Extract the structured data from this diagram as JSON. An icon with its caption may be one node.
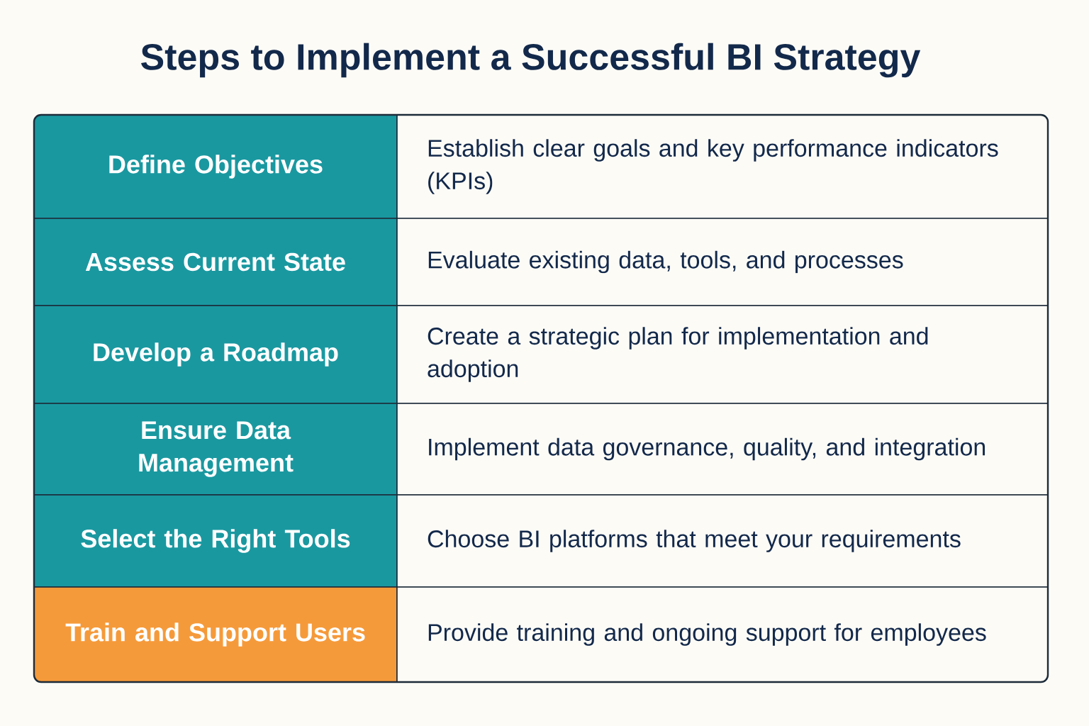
{
  "diagram": {
    "title": "Steps to Implement a Successful BI Strategy",
    "nodes": [
      {
        "text": [
          "Define Objectives"
        ]
      },
      {
        "text": [
          "Establish clear goals and key performance indicators (KPIs)"
        ]
      },
      {
        "text": [
          "Assess Current State"
        ]
      },
      {
        "text": [
          "Evaluate existing data, tools, and processes"
        ]
      },
      {
        "text": [
          "Develop a Roadmap"
        ]
      },
      {
        "text": [
          "Create a strategic plan for implementation and adoption"
        ]
      },
      {
        "text": [
          "Ensure Data Management"
        ]
      },
      {
        "text": [
          "Implement data governance, quality, and integration"
        ]
      },
      {
        "text": [
          "Select the Right Tools"
        ]
      },
      {
        "text": [
          "Choose BI platforms that meet your requirements"
        ]
      },
      {
        "text": [
          "Train and Support Users"
        ]
      },
      {
        "text": [
          "Provide training and ongoing support for employees"
        ]
      }
    ]
  }
}
